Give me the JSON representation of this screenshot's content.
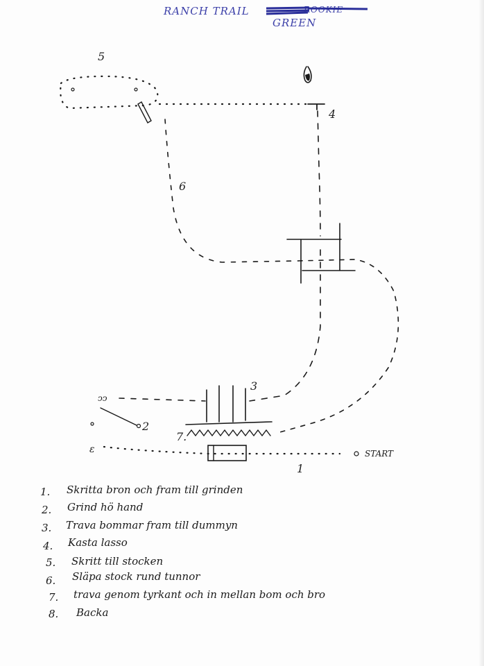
{
  "header": {
    "title": "RANCH TRAIL",
    "struck": "ROOKIE",
    "subtitle": "GREEN"
  },
  "course": {
    "labels": {
      "n1": "1",
      "n2": "2",
      "n3": "3",
      "n4": "4",
      "n5": "5",
      "n6": "6",
      "n7": "7.",
      "start": "START"
    }
  },
  "legend": {
    "items": [
      {
        "num": "1.",
        "text": "Skritta bron och fram till grinden"
      },
      {
        "num": "2.",
        "text": "Grind hö hand"
      },
      {
        "num": "3.",
        "text": "Trava bommar fram till dummyn"
      },
      {
        "num": "4.",
        "text": "Kasta lasso"
      },
      {
        "num": "5.",
        "text": "Skritt till stocken"
      },
      {
        "num": "6.",
        "text": "Släpa stock rund tunnor"
      },
      {
        "num": "7.",
        "text": "trava genom tyrkant och in mellan bom och bro"
      },
      {
        "num": "8.",
        "text": "Backa"
      }
    ]
  }
}
